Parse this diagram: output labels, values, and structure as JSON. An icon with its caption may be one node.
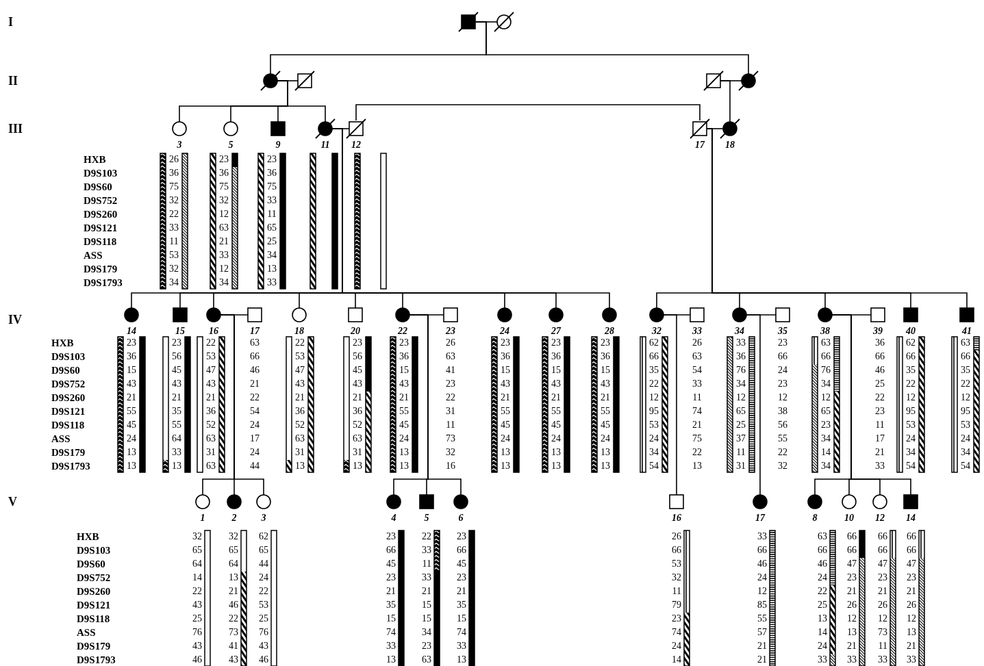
{
  "diagram": {
    "nodes": [
      {
        "text": [],
        "shape": "box"
      },
      {
        "text": [],
        "shape": "circle"
      },
      {
        "text": [],
        "shape": "circle"
      },
      {
        "text": [],
        "shape": "box"
      },
      {
        "text": [],
        "shape": "box"
      },
      {
        "text": [],
        "shape": "circle"
      },
      {
        "text": [],
        "shape": "circle",
        "beside": [
          "3",
          "26",
          "36",
          "75",
          "32",
          "22",
          "33",
          "11",
          "53",
          "32",
          "34"
        ]
      },
      {
        "text": [],
        "shape": "circle",
        "beside": [
          "5",
          "23",
          "36",
          "75",
          "32",
          "12",
          "63",
          "21",
          "33",
          "12",
          "34"
        ]
      },
      {
        "text": [],
        "shape": "box",
        "beside": [
          "9",
          "23",
          "36",
          "75",
          "33",
          "11",
          "65",
          "25",
          "34",
          "13",
          "33"
        ]
      },
      {
        "text": [],
        "shape": "circle",
        "beside": [
          "11"
        ]
      },
      {
        "text": [],
        "shape": "box",
        "beside": [
          "12"
        ]
      },
      {
        "text": [],
        "shape": "box",
        "beside": [
          "17"
        ]
      },
      {
        "text": [],
        "shape": "circle",
        "beside": [
          "18"
        ]
      },
      {
        "text": [],
        "shape": "circle",
        "beside": [
          "14",
          "23",
          "36",
          "15",
          "43",
          "21",
          "55",
          "45",
          "24",
          "13",
          "13"
        ]
      },
      {
        "text": [],
        "shape": "box",
        "beside": [
          "15",
          "23",
          "56",
          "45",
          "43",
          "21",
          "35",
          "55",
          "64",
          "33",
          "13"
        ]
      },
      {
        "text": [],
        "shape": "circle",
        "beside": [
          "16",
          "22",
          "53",
          "47",
          "43",
          "21",
          "36",
          "52",
          "63",
          "31",
          "63"
        ]
      },
      {
        "text": [],
        "shape": "box",
        "beside": [
          "17",
          "63",
          "66",
          "46",
          "21",
          "22",
          "54",
          "24",
          "17",
          "24",
          "44"
        ]
      },
      {
        "text": [],
        "shape": "circle",
        "beside": [
          "18",
          "22",
          "53",
          "47",
          "43",
          "21",
          "36",
          "52",
          "63",
          "31",
          "13"
        ]
      },
      {
        "text": [],
        "shape": "box",
        "beside": [
          "20",
          "23",
          "56",
          "45",
          "43",
          "21",
          "36",
          "52",
          "63",
          "31",
          "13"
        ]
      },
      {
        "text": [],
        "shape": "circle",
        "beside": [
          "22",
          "23",
          "36",
          "15",
          "43",
          "21",
          "55",
          "45",
          "24",
          "13",
          "13"
        ]
      },
      {
        "text": [],
        "shape": "box",
        "beside": [
          "23",
          "26",
          "63",
          "41",
          "23",
          "22",
          "31",
          "11",
          "73",
          "32",
          "16"
        ]
      },
      {
        "text": [],
        "shape": "circle",
        "beside": [
          "24",
          "23",
          "36",
          "15",
          "43",
          "21",
          "55",
          "45",
          "24",
          "13",
          "13"
        ]
      },
      {
        "text": [],
        "shape": "circle",
        "beside": [
          "27",
          "23",
          "36",
          "15",
          "43",
          "21",
          "55",
          "45",
          "24",
          "13",
          "13"
        ]
      },
      {
        "text": [],
        "shape": "circle",
        "beside": [
          "28",
          "23",
          "36",
          "15",
          "43",
          "21",
          "55",
          "45",
          "24",
          "13",
          "13"
        ]
      },
      {
        "text": [],
        "shape": "circle",
        "beside": [
          "32",
          "62",
          "66",
          "35",
          "22",
          "12",
          "95",
          "53",
          "24",
          "34",
          "54"
        ]
      },
      {
        "text": [],
        "shape": "box",
        "beside": [
          "33",
          "26",
          "63",
          "54",
          "33",
          "11",
          "74",
          "21",
          "75",
          "22",
          "13"
        ]
      },
      {
        "text": [],
        "shape": "circle",
        "beside": [
          "34",
          "33",
          "36",
          "76",
          "34",
          "12",
          "65",
          "25",
          "37",
          "11",
          "31"
        ]
      },
      {
        "text": [],
        "shape": "box",
        "beside": [
          "35",
          "23",
          "66",
          "24",
          "23",
          "12",
          "38",
          "56",
          "55",
          "22",
          "32"
        ]
      },
      {
        "text": [],
        "shape": "circle",
        "beside": [
          "38",
          "63",
          "66",
          "76",
          "34",
          "12",
          "65",
          "23",
          "34",
          "14",
          "34"
        ]
      },
      {
        "text": [],
        "shape": "box",
        "beside": [
          "39",
          "36",
          "66",
          "46",
          "25",
          "22",
          "23",
          "11",
          "17",
          "21",
          "33"
        ]
      },
      {
        "text": [],
        "shape": "box",
        "beside": [
          "40",
          "62",
          "66",
          "35",
          "22",
          "12",
          "95",
          "53",
          "24",
          "34",
          "54"
        ]
      },
      {
        "text": [],
        "shape": "box",
        "beside": [
          "41",
          "63",
          "66",
          "35",
          "22",
          "12",
          "95",
          "53",
          "24",
          "34",
          "54"
        ]
      },
      {
        "text": [],
        "shape": "circle",
        "beside": [
          "1",
          "32",
          "65",
          "64",
          "14",
          "22",
          "43",
          "25",
          "76",
          "43",
          "46"
        ]
      },
      {
        "text": [],
        "shape": "circle",
        "beside": [
          "2",
          "32",
          "65",
          "64",
          "13",
          "21",
          "46",
          "22",
          "73",
          "41",
          "43"
        ]
      },
      {
        "text": [],
        "shape": "circle",
        "beside": [
          "3",
          "62",
          "65",
          "44",
          "24",
          "22",
          "53",
          "25",
          "76",
          "43",
          "46"
        ]
      },
      {
        "text": [],
        "shape": "circle",
        "beside": [
          "4",
          "23",
          "66",
          "45",
          "23",
          "21",
          "35",
          "15",
          "74",
          "33",
          "13"
        ]
      },
      {
        "text": [],
        "shape": "box",
        "beside": [
          "5",
          "22",
          "33",
          "11",
          "33",
          "21",
          "15",
          "15",
          "34",
          "23",
          "63"
        ]
      },
      {
        "text": [],
        "shape": "circle",
        "beside": [
          "6",
          "23",
          "66",
          "45",
          "23",
          "21",
          "35",
          "15",
          "74",
          "33",
          "13"
        ]
      },
      {
        "text": [],
        "shape": "box",
        "beside": [
          "16",
          "26",
          "66",
          "53",
          "32",
          "11",
          "79",
          "23",
          "74",
          "24",
          "14"
        ]
      },
      {
        "text": [],
        "shape": "circle",
        "beside": [
          "17",
          "33",
          "66",
          "46",
          "24",
          "12",
          "85",
          "55",
          "57",
          "21",
          "21"
        ]
      },
      {
        "text": [],
        "shape": "circle",
        "beside": [
          "8",
          "63",
          "66",
          "46",
          "24",
          "22",
          "25",
          "13",
          "14",
          "24",
          "33"
        ]
      },
      {
        "text": [],
        "shape": "circle",
        "beside": [
          "10",
          "66",
          "66",
          "47",
          "23",
          "21",
          "26",
          "12",
          "13",
          "21",
          "33"
        ]
      },
      {
        "text": [],
        "shape": "circle",
        "beside": [
          "12",
          "66",
          "66",
          "47",
          "23",
          "21",
          "26",
          "12",
          "73",
          "11",
          "33"
        ]
      },
      {
        "text": [],
        "shape": "box",
        "beside": [
          "14",
          "66",
          "66",
          "47",
          "23",
          "21",
          "26",
          "12",
          "13",
          "21",
          "33"
        ]
      }
    ],
    "edges": [
      {
        "from": 0,
        "to": 1,
        "arrow": "none"
      },
      {
        "from": 0,
        "to": 2,
        "arrow": "none"
      },
      {
        "from": 0,
        "to": 5,
        "arrow": "none"
      },
      {
        "from": 2,
        "to": 3,
        "arrow": "none"
      },
      {
        "from": 4,
        "to": 5,
        "arrow": "none"
      },
      {
        "from": 2,
        "to": 6,
        "arrow": "none"
      },
      {
        "from": 2,
        "to": 7,
        "arrow": "none"
      },
      {
        "from": 2,
        "to": 8,
        "arrow": "none"
      },
      {
        "from": 2,
        "to": 9,
        "arrow": "none"
      },
      {
        "from": 9,
        "to": 10,
        "arrow": "none"
      },
      {
        "from": 10,
        "to": 11,
        "arrow": "none"
      },
      {
        "from": 11,
        "to": 12,
        "arrow": "none"
      },
      {
        "from": 4,
        "to": 12,
        "arrow": "none"
      },
      {
        "from": 9,
        "to": 13,
        "arrow": "none"
      },
      {
        "from": 9,
        "to": 14,
        "arrow": "none"
      },
      {
        "from": 9,
        "to": 15,
        "arrow": "none"
      },
      {
        "from": 9,
        "to": 17,
        "arrow": "none"
      },
      {
        "from": 9,
        "to": 18,
        "arrow": "none"
      },
      {
        "from": 9,
        "to": 19,
        "arrow": "none"
      },
      {
        "from": 9,
        "to": 21,
        "arrow": "none"
      },
      {
        "from": 9,
        "to": 22,
        "arrow": "none"
      },
      {
        "from": 9,
        "to": 23,
        "arrow": "none"
      },
      {
        "from": 15,
        "to": 16,
        "arrow": "none"
      },
      {
        "from": 19,
        "to": 20,
        "arrow": "none"
      },
      {
        "from": 11,
        "to": 24,
        "arrow": "none"
      },
      {
        "from": 11,
        "to": 26,
        "arrow": "none"
      },
      {
        "from": 11,
        "to": 28,
        "arrow": "none"
      },
      {
        "from": 11,
        "to": 30,
        "arrow": "none"
      },
      {
        "from": 11,
        "to": 31,
        "arrow": "none"
      },
      {
        "from": 24,
        "to": 25,
        "arrow": "none"
      },
      {
        "from": 26,
        "to": 27,
        "arrow": "none"
      },
      {
        "from": 28,
        "to": 29,
        "arrow": "none"
      },
      {
        "from": 15,
        "to": 32,
        "arrow": "none"
      },
      {
        "from": 15,
        "to": 33,
        "arrow": "none"
      },
      {
        "from": 15,
        "to": 34,
        "arrow": "none"
      },
      {
        "from": 19,
        "to": 35,
        "arrow": "none"
      },
      {
        "from": 19,
        "to": 36,
        "arrow": "none"
      },
      {
        "from": 19,
        "to": 37,
        "arrow": "none"
      },
      {
        "from": 24,
        "to": 38,
        "arrow": "none"
      },
      {
        "from": 26,
        "to": 39,
        "arrow": "none"
      },
      {
        "from": 28,
        "to": 40,
        "arrow": "none"
      },
      {
        "from": 28,
        "to": 41,
        "arrow": "none"
      },
      {
        "from": 28,
        "to": 42,
        "arrow": "none"
      },
      {
        "from": 28,
        "to": 43,
        "arrow": "none"
      }
    ],
    "labels": [
      "I",
      "II",
      "III",
      "HXB",
      "D9S103",
      "D9S60",
      "D9S752",
      "D9S260",
      "D9S121",
      "D9S118",
      "ASS",
      "D9S179",
      "D9S1793",
      "IV",
      "HXB",
      "D9S103",
      "D9S60",
      "D9S752",
      "D9S260",
      "D9S121",
      "D9S118",
      "ASS",
      "D9S179",
      "D9S1793",
      "V",
      "HXB",
      "D9S103",
      "D9S60",
      "D9S752",
      "D9S260",
      "D9S121",
      "D9S118",
      "ASS",
      "D9S179",
      "D9S1793"
    ]
  }
}
